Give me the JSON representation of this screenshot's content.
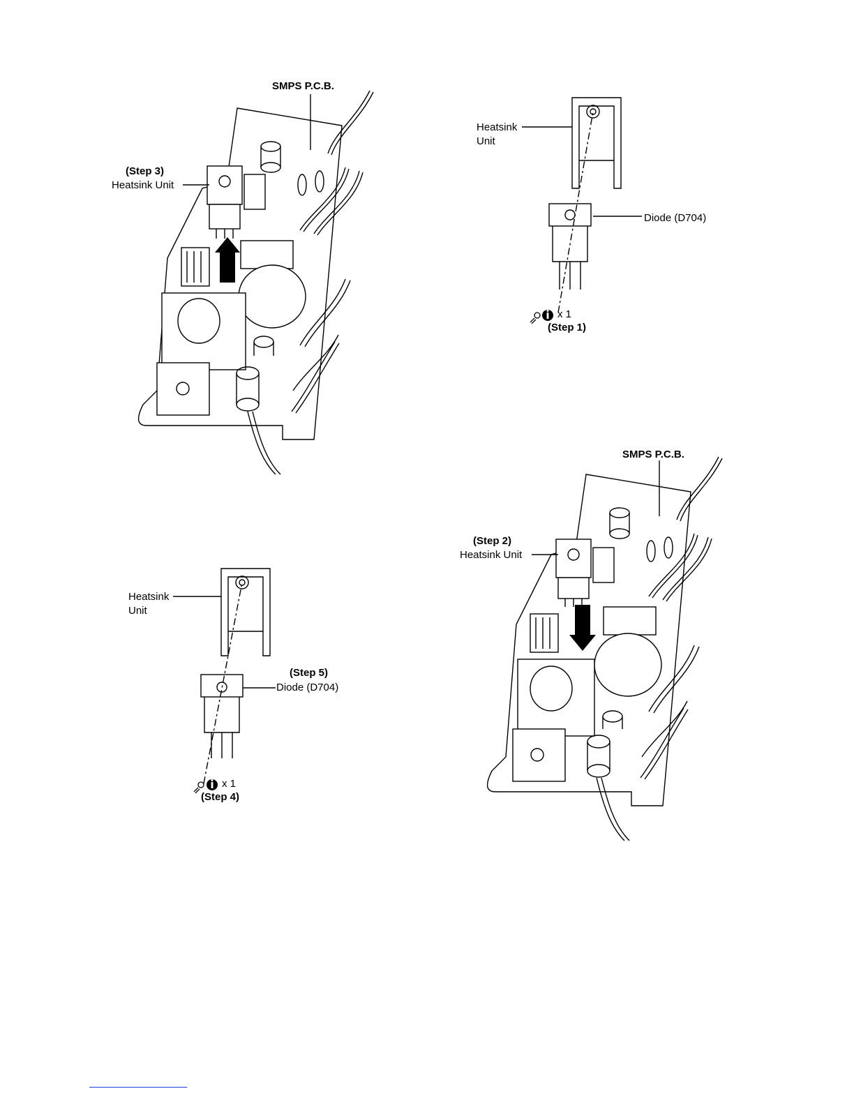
{
  "panels": {
    "step3": {
      "pcb_label": "SMPS P.C.B.",
      "step_label": "(Step 3)",
      "part_label": "Heatsink Unit"
    },
    "step1": {
      "heatsink_label_1": "Heatsink",
      "heatsink_label_2": "Unit",
      "diode_label": "Diode (D704)",
      "screw_count": "x 1",
      "step_label": "(Step 1)"
    },
    "step2": {
      "pcb_label": "SMPS P.C.B.",
      "step_label": "(Step 2)",
      "part_label": "Heatsink Unit"
    },
    "step45": {
      "heatsink_label_1": "Heatsink",
      "heatsink_label_2": "Unit",
      "step5_label": "(Step 5)",
      "diode_label": "Diode (D704)",
      "screw_count": "x 1",
      "step4_label": "(Step 4)"
    }
  },
  "icons": {
    "screw": "screw-icon",
    "info_badge": "info-badge-icon",
    "arrow_up": "arrow-up-icon",
    "arrow_down": "arrow-down-icon"
  },
  "colors": {
    "line": "#000000",
    "footer_link": "#1a3bd6"
  }
}
